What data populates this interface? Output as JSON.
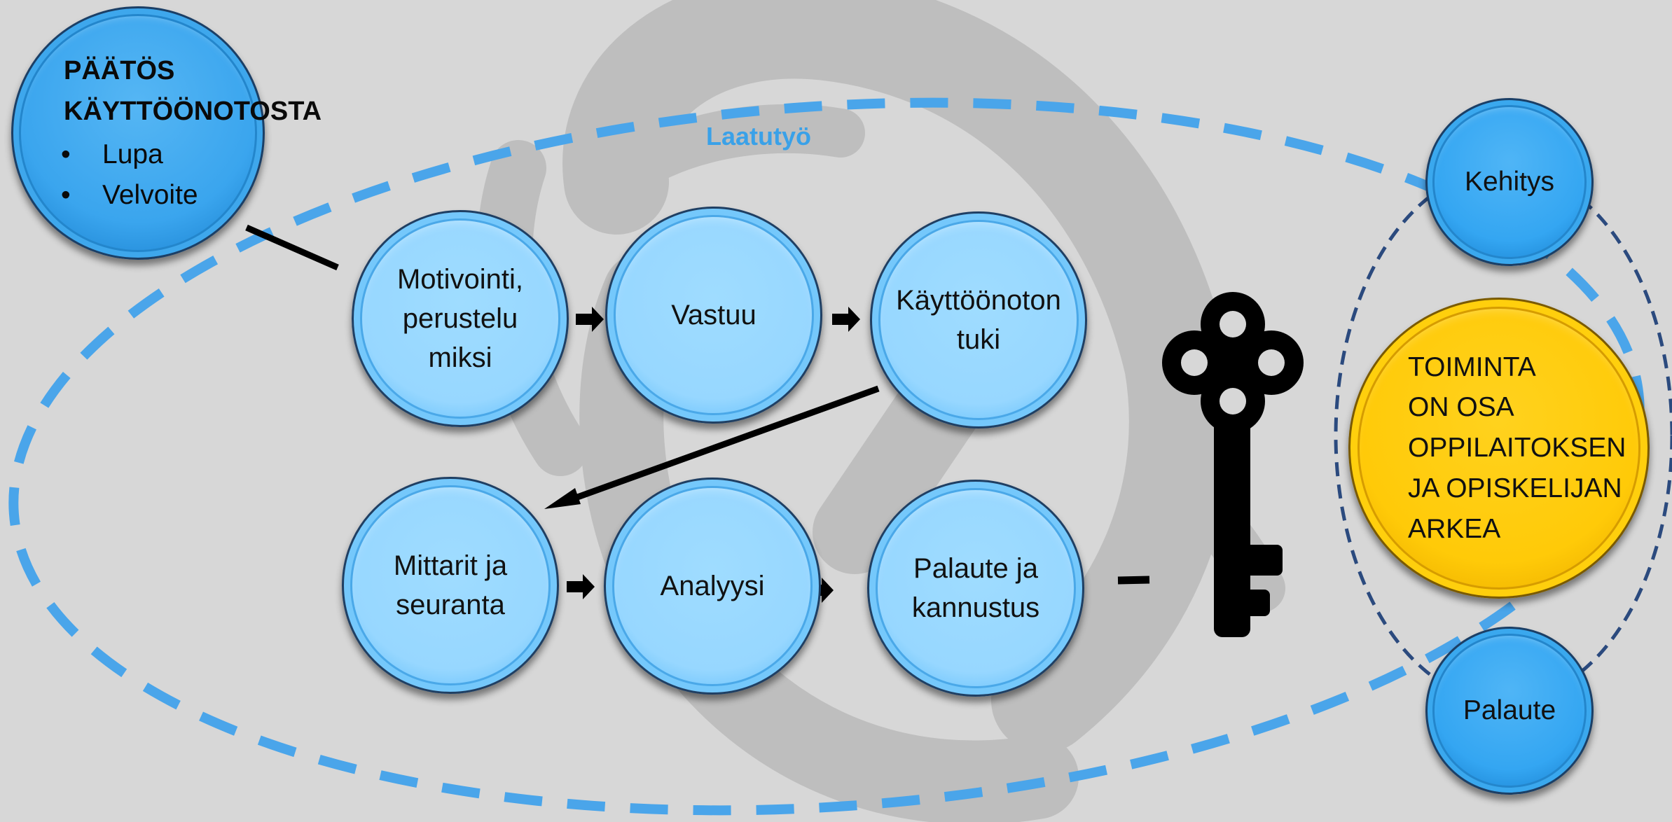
{
  "decision": {
    "title_line1": "PÄÄTÖS",
    "title_line2": "KÄYTTÖÖNOTOSTA",
    "items": [
      "Lupa",
      "Velvoite"
    ],
    "bullet": "•"
  },
  "quality_loop_label": "Laatutyö",
  "steps": {
    "motivation": [
      "Motivointi,",
      "perustelu",
      "miksi"
    ],
    "responsibility": [
      "Vastuu"
    ],
    "deployment_support": [
      "Käyttöönoton",
      "tuki"
    ],
    "metrics": [
      "Mittarit ja",
      "seuranta"
    ],
    "analysis": [
      "Analyysi"
    ],
    "feedback_encouragement": [
      "Palaute ja",
      "kannustus"
    ]
  },
  "cycle": {
    "development": "Kehitys",
    "feedback": "Palaute"
  },
  "outcome": [
    "TOIMINTA",
    "ON OSA",
    "OPPILAITOKSEN",
    "JA OPISKELIJAN",
    "ARKEA"
  ],
  "colors": {
    "background": "#d7d7d7",
    "watermark": "#bdbdbd",
    "dashed_loop": "#4aa5ea",
    "cycle_dashed": "#2b4a7e",
    "light_node": "#97d7ff",
    "dark_node": "#34a6f2",
    "gold_node": "#ffca08",
    "arrow": "#000000"
  },
  "icons": {
    "key": "key-icon",
    "watermark": "background-logo"
  }
}
